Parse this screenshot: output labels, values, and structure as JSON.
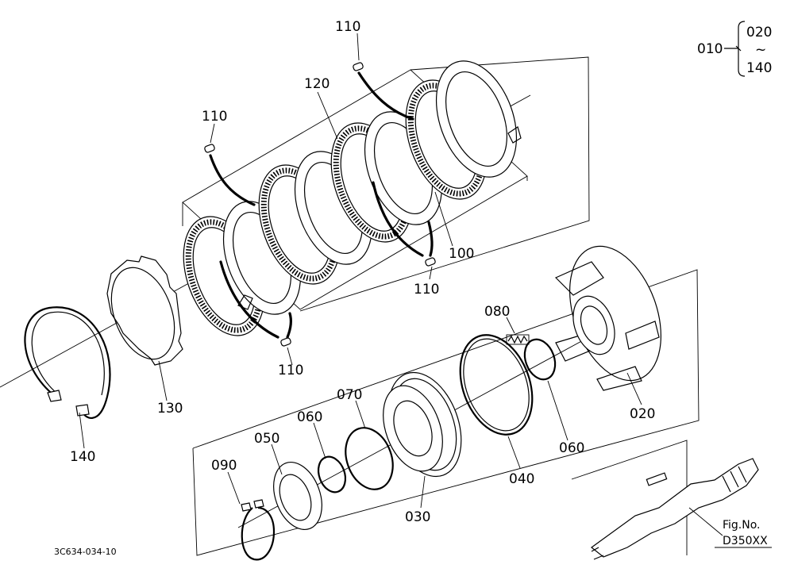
{
  "labels": {
    "p010": "010",
    "p020_range_top": "020",
    "range_tilde": "~",
    "p140_range_bottom": "140",
    "p110_top": "110",
    "p110_left": "110",
    "p120": "120",
    "p100": "100",
    "p110_mid": "110",
    "p110_bottom": "110",
    "p080": "080",
    "p130": "130",
    "p140": "140",
    "p070": "070",
    "p060_left": "060",
    "p050": "050",
    "p090": "090",
    "p030": "030",
    "p040": "040",
    "p060_right": "060",
    "p020": "020"
  },
  "footer": {
    "drawing_code": "3C634-034-10",
    "fig_label": "Fig.No.",
    "fig_number": "D350XX"
  }
}
